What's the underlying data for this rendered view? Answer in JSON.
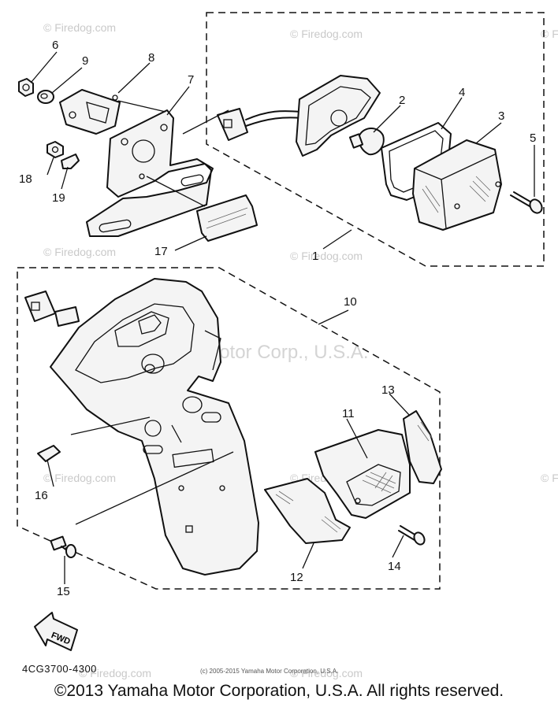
{
  "watermarks": {
    "site": "© Firedog.com",
    "overlay": "© Yamaha Motor Corp., U.S.A."
  },
  "callouts": {
    "c1": "1",
    "c2": "2",
    "c3": "3",
    "c4": "4",
    "c5": "5",
    "c6": "6",
    "c7": "7",
    "c8": "8",
    "c9": "9",
    "c10": "10",
    "c11": "11",
    "c12": "12",
    "c13": "13",
    "c14": "14",
    "c15": "15",
    "c16": "16",
    "c17": "17",
    "c18": "18",
    "c19": "19"
  },
  "fwd_label": "FWD",
  "doc_id": "4CG3700-4300",
  "small_copyright": "(c) 2005-2015 Yamaha Motor Corporation, U.S.A.",
  "footer": "©2013 Yamaha Motor Corporation, U.S.A. All rights reserved."
}
